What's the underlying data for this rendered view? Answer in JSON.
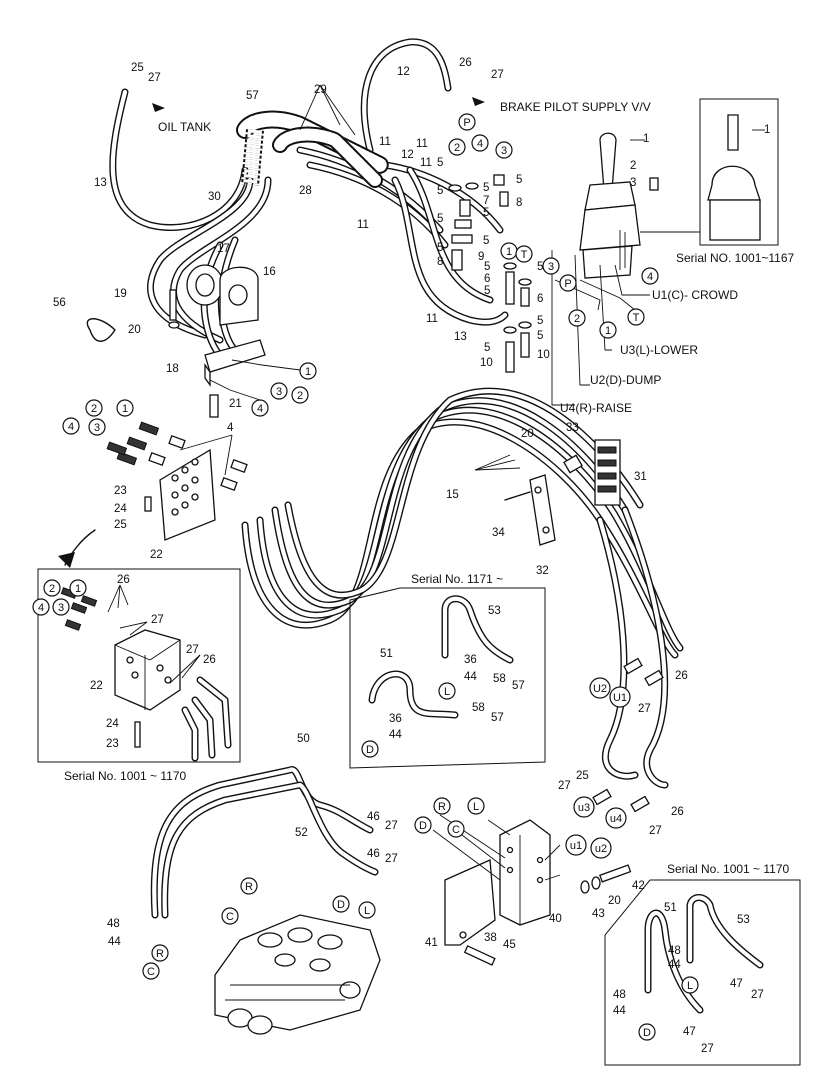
{
  "labels": {
    "oil_tank": "OIL TANK",
    "brake_pilot": "BRAKE PILOT SUPPLY V/V",
    "serial_1001_1167": "Serial NO. 1001~1167",
    "serial_1171": "Serial No. 1171 ~",
    "serial_1001_1170_left": "Serial No. 1001 ~ 1170",
    "serial_1001_1170_right": "Serial No. 1001 ~ 1170",
    "u1_crowd": "U1(C)- CROWD",
    "u3_lower": "U3(L)-LOWER",
    "u2_dump": "U2(D)-DUMP",
    "u4_raise": "U4(R)-RAISE"
  },
  "callouts": {
    "c1": "1",
    "c2": "2",
    "c3": "3",
    "c4": "4",
    "P": "P",
    "T": "T",
    "L": "L",
    "D": "D",
    "R": "R",
    "C": "C",
    "U1": "U1",
    "U2": "U2",
    "u1": "u1",
    "u2": "u2",
    "u3": "u3",
    "u4": "u4"
  },
  "part_numbers": {
    "n1": "1",
    "n2": "2",
    "n3": "3",
    "n4": "4",
    "n5": "5",
    "n6": "6",
    "n7": "7",
    "n8": "8",
    "n9": "9",
    "n10": "10",
    "n11": "11",
    "n12": "12",
    "n13": "13",
    "n15": "15",
    "n16": "16",
    "n17": "17",
    "n18": "18",
    "n19": "19",
    "n20": "20",
    "n21": "21",
    "n22": "22",
    "n23": "23",
    "n24": "24",
    "n25": "25",
    "n26": "26",
    "n27": "27",
    "n28": "28",
    "n29": "29",
    "n30": "30",
    "n31": "31",
    "n32": "32",
    "n33": "33",
    "n34": "34",
    "n36": "36",
    "n38": "38",
    "n40": "40",
    "n41": "41",
    "n42": "42",
    "n43": "43",
    "n44": "44",
    "n45": "45",
    "n46": "46",
    "n47": "47",
    "n48": "48",
    "n50": "50",
    "n51": "51",
    "n52": "52",
    "n53": "53",
    "n56": "56",
    "n57": "57",
    "n58": "58"
  }
}
